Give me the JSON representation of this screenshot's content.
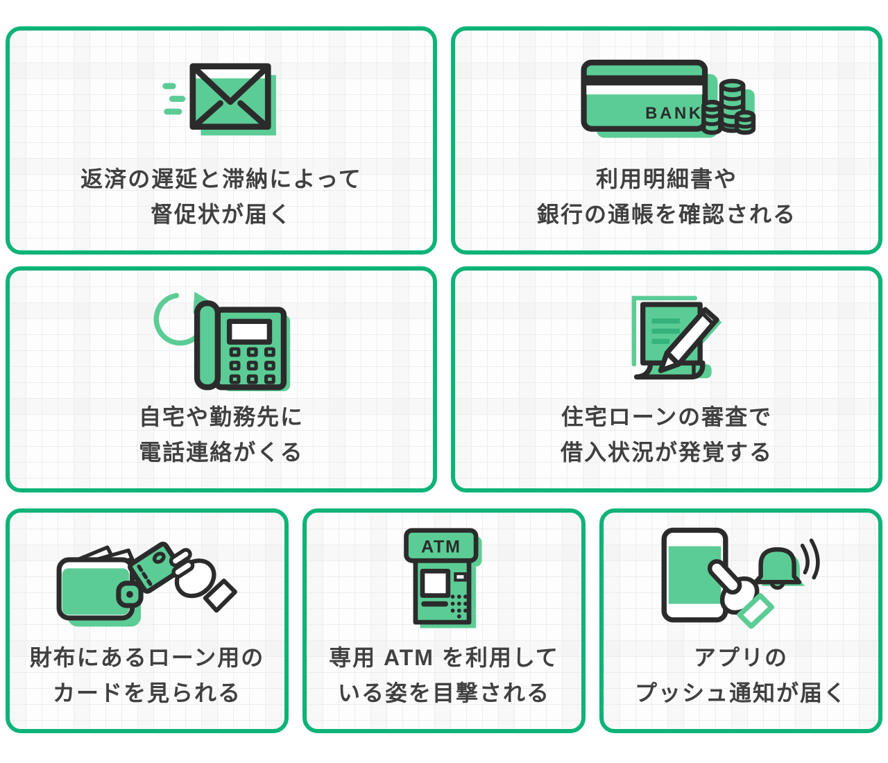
{
  "colors": {
    "card_border": "#0db377",
    "icon_green": "#5bcc95",
    "icon_green_dark": "#36b27c",
    "outline_dark": "#2b2b2b",
    "text_color": "#404040",
    "grid_line": "#ededed",
    "card_background": "#fdfdfd",
    "page_background": "#ffffff"
  },
  "cards": [
    {
      "id": "demand-letter",
      "icon": "mail-fast-icon",
      "lines": [
        "返済の遅延と滞納によって",
        "督促状が届く"
      ]
    },
    {
      "id": "statement-check",
      "icon": "bank-card-coins-icon",
      "icon_text": "BANK",
      "lines": [
        "利用明細書や",
        "銀行の通帳を確認される"
      ]
    },
    {
      "id": "phone-call",
      "icon": "telephone-redial-icon",
      "lines": [
        "自宅や勤務先に",
        "電話連絡がくる"
      ]
    },
    {
      "id": "mortgage-screening",
      "icon": "contract-pen-icon",
      "lines": [
        "住宅ローンの審査で",
        "借入状況が発覚する"
      ]
    },
    {
      "id": "wallet-card",
      "icon": "wallet-loan-card-icon",
      "lines": [
        "財布にあるローン用の",
        "カードを見られる"
      ]
    },
    {
      "id": "atm-sighting",
      "icon": "atm-icon",
      "icon_text": "ATM",
      "lines": [
        "専用 ATM を利用して",
        "いる姿を目撃される"
      ]
    },
    {
      "id": "push-notification",
      "icon": "smartphone-push-bell-icon",
      "lines": [
        "アプリの",
        "プッシュ通知が届く"
      ]
    }
  ]
}
